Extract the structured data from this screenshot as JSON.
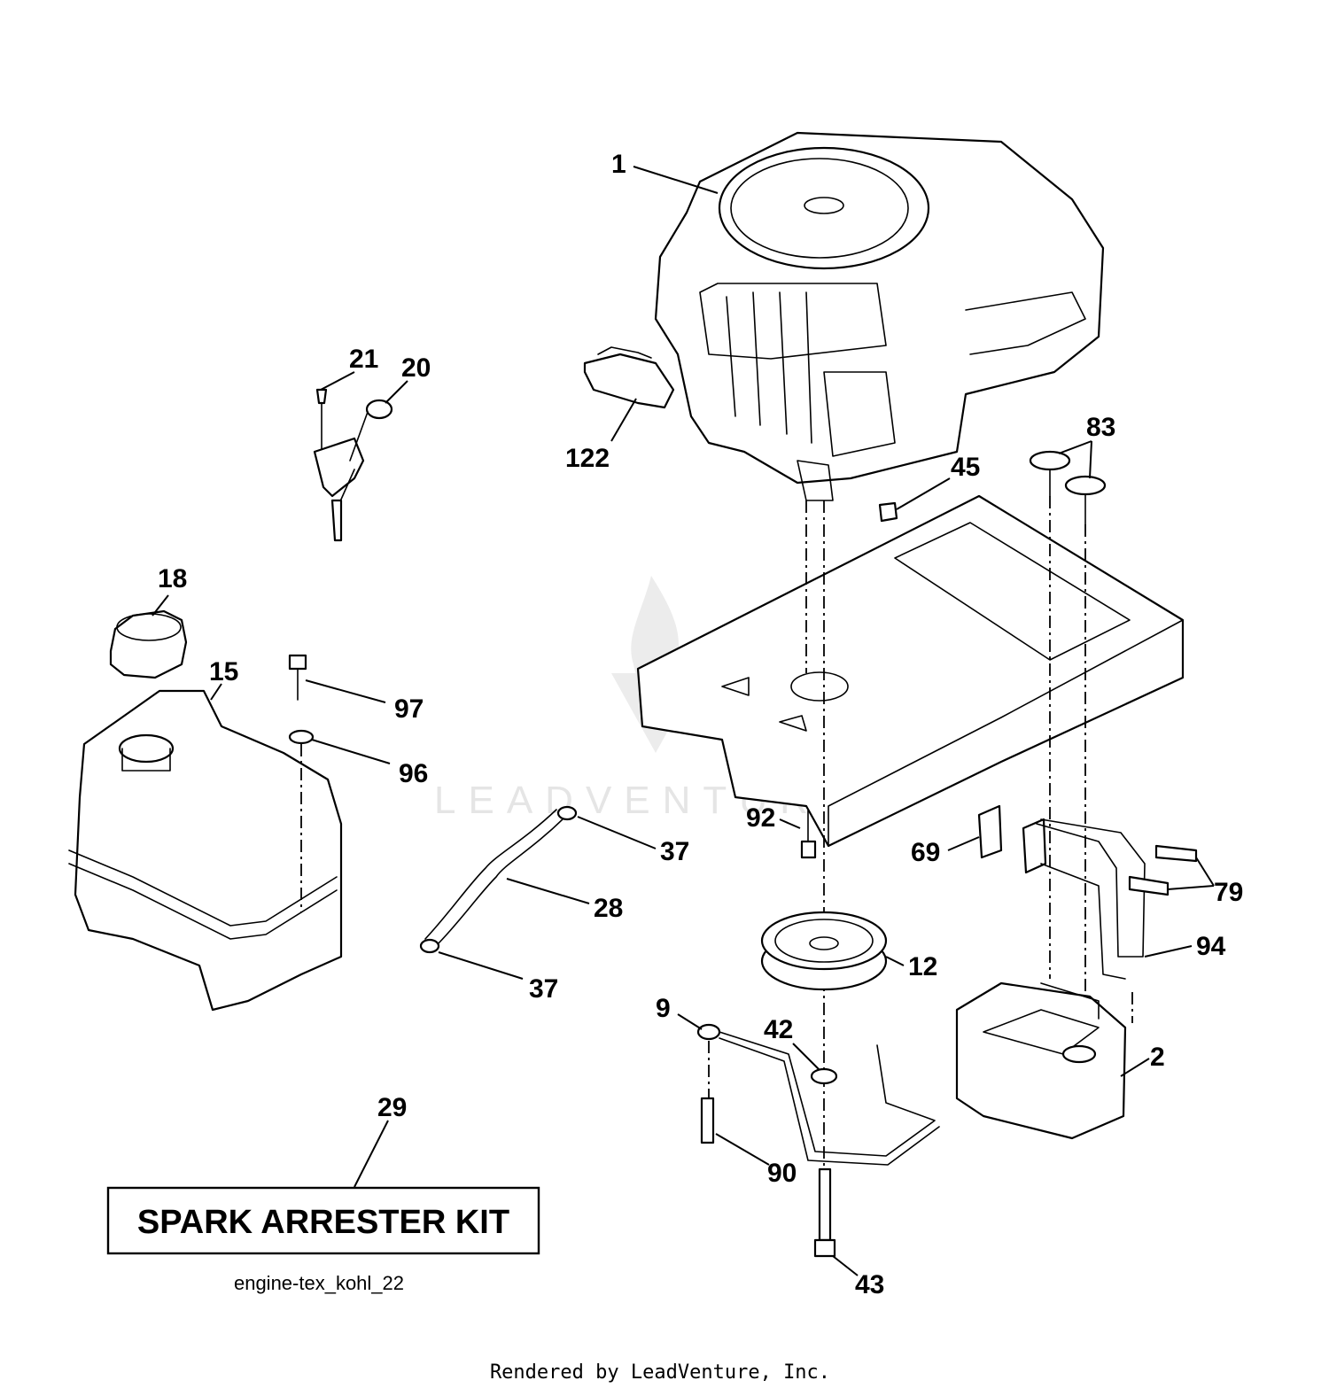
{
  "callouts": [
    {
      "id": "c1",
      "label": "1"
    },
    {
      "id": "c21",
      "label": "21"
    },
    {
      "id": "c20",
      "label": "20"
    },
    {
      "id": "c122",
      "label": "122"
    },
    {
      "id": "c83",
      "label": "83"
    },
    {
      "id": "c45",
      "label": "45"
    },
    {
      "id": "c18",
      "label": "18"
    },
    {
      "id": "c15",
      "label": "15"
    },
    {
      "id": "c97",
      "label": "97"
    },
    {
      "id": "c96",
      "label": "96"
    },
    {
      "id": "c37a",
      "label": "37"
    },
    {
      "id": "c28",
      "label": "28"
    },
    {
      "id": "c37b",
      "label": "37"
    },
    {
      "id": "c92",
      "label": "92"
    },
    {
      "id": "c69",
      "label": "69"
    },
    {
      "id": "c79",
      "label": "79"
    },
    {
      "id": "c94",
      "label": "94"
    },
    {
      "id": "c12",
      "label": "12"
    },
    {
      "id": "c9",
      "label": "9"
    },
    {
      "id": "c42",
      "label": "42"
    },
    {
      "id": "c2",
      "label": "2"
    },
    {
      "id": "c29",
      "label": "29"
    },
    {
      "id": "c90",
      "label": "90"
    },
    {
      "id": "c43",
      "label": "43"
    }
  ],
  "kit_box": {
    "label": "SPARK ARRESTER KIT"
  },
  "caption": "engine-tex_kohl_22",
  "footer": "Rendered by LeadVenture, Inc.",
  "watermark": "LEADVENTURE",
  "colors": {
    "line": "#000000",
    "background": "#ffffff",
    "watermark": "#e5e5e5"
  }
}
